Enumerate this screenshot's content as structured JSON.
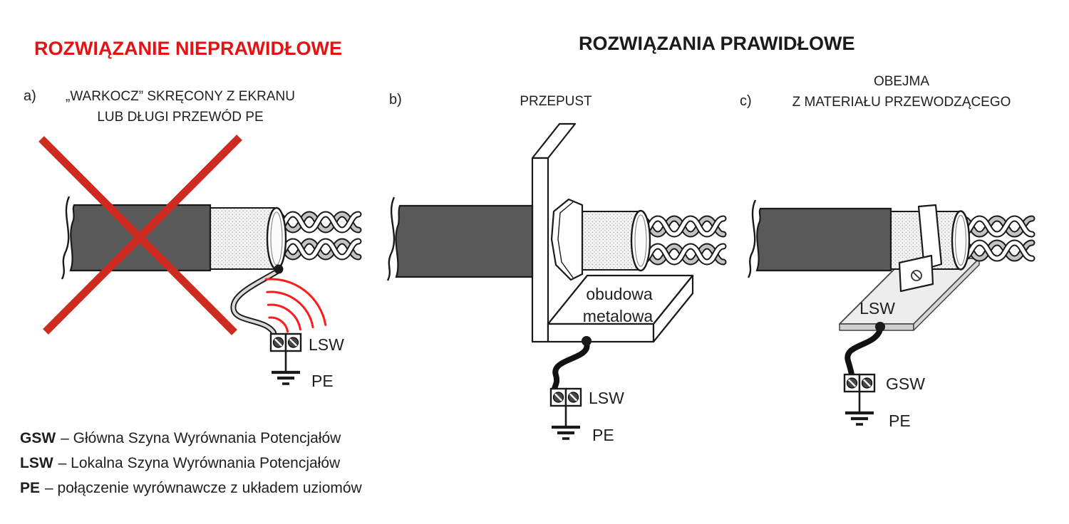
{
  "headers": {
    "incorrect": "ROZWIĄZANIE NIEPRAWIDŁOWE",
    "correct": "ROZWIĄZANIA PRAWIDŁOWE"
  },
  "figures": {
    "a": {
      "label": "a)",
      "caption_line1": "„WARKOCZ” SKRĘCONY Z EKRANU",
      "caption_line2": "LUB DŁUGI PRZEWÓD PE",
      "bus_label": "LSW",
      "ground_label": "PE"
    },
    "b": {
      "label": "b)",
      "caption": "PRZEPUST",
      "enclosure_line1": "obudowa",
      "enclosure_line2": "metalowa",
      "bus_label": "LSW",
      "ground_label": "PE"
    },
    "c": {
      "label": "c)",
      "caption_line1": "OBEJMA",
      "caption_line2": "Z MATERIAŁU PRZEWODZĄCEGO",
      "plate_label": "LSW",
      "bus_label": "GSW",
      "ground_label": "PE"
    }
  },
  "legend": {
    "items": [
      {
        "abbr": "GSW",
        "desc": "– Główna Szyna Wyrównania Potencjałów"
      },
      {
        "abbr": "LSW",
        "desc": "– Lokalna Szyna Wyrównania Potencjałów"
      },
      {
        "abbr": "PE",
        "desc": "– połączenie wyrównawcze z układem uziomów"
      }
    ]
  },
  "colors": {
    "title_red": "#e41313",
    "cross_red": "#cd2a20",
    "emi_red": "#ff1b1b",
    "jacket_gray": "#595959"
  }
}
